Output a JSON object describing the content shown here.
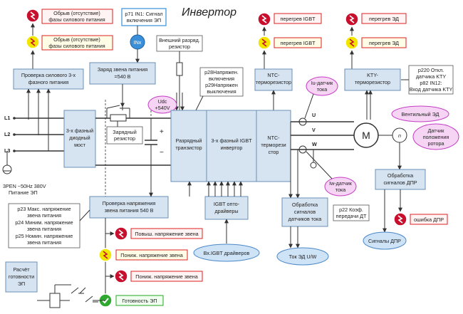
{
  "title": "Инвертор",
  "alerts_top": {
    "phase_loss_red": [
      "Обрыв (отсутствие)",
      "фазы силового питания"
    ],
    "phase_loss_yellow": [
      "Обрыв (отсутствие)",
      "фазы силового питания"
    ],
    "igbt_overheat_red": "перегрев IGBT",
    "igbt_overheat_yellow": "перегрев IGBT",
    "motor_overheat_red": "перегрев ЭД",
    "motor_overheat_yellow": "перегрев ЭД"
  },
  "notes": {
    "p71": [
      "p71 IN1: Сигнал",
      "включения ЭП"
    ],
    "inx": "INx",
    "ext_resistor": [
      "Внешний разряд.",
      "резистор"
    ],
    "p28": [
      "p28Напряжен.",
      "включения",
      "p29Напряжен",
      "выключения"
    ],
    "p220": [
      "p220 Откл.",
      "датчика KTY",
      "p82 IN12:",
      "Вход датчика KTY"
    ],
    "p23": [
      "p23 Макс. напряжение",
      "звена питания",
      "p24 Миним. напряжение",
      "звена питания",
      "p25 Номин. напряжение",
      "звена питания"
    ],
    "p22": [
      "p22 Коэф.",
      "передачи ДТ"
    ]
  },
  "blocks": {
    "check_3phase": [
      "Проверка силового 3-х",
      "фазного питания"
    ],
    "charge": [
      "Заряд звена питания",
      "=540 В"
    ],
    "ntc_top": [
      "NTC-",
      "терморезистор"
    ],
    "kty": [
      "KTY-",
      "терморезистор"
    ],
    "diode_bridge": [
      "3-х фазный",
      "диодный",
      "мост"
    ],
    "discharge_transistor": [
      "Разрядный",
      "транзистор"
    ],
    "igbt_inverter": [
      "3-х фазный IGBT",
      "инвертор"
    ],
    "ntc_resistor": [
      "NTC-",
      "терморези",
      "стор"
    ],
    "charge_resistor": [
      "Зарядный",
      "резистор"
    ],
    "voltage_check": [
      "Проверка напряжения",
      "звена питания 540 В"
    ],
    "igbt_drivers": [
      "IGBT опто-",
      "драйверы"
    ],
    "current_processing": [
      "Обработка",
      "сигналов",
      "датчиков тока"
    ],
    "dpr_processing": [
      "Обработка",
      "сигналов ДПР"
    ],
    "readiness_calc": [
      "Расчёт",
      "готовности",
      "ЭП"
    ]
  },
  "phases_in": [
    "L1",
    "L2",
    "L3"
  ],
  "phases_out": [
    "U",
    "V",
    "W"
  ],
  "supply": [
    "3PEN ~50Hz 380V",
    "Питание ЭП"
  ],
  "labels": {
    "udc": [
      "Udc",
      "+540V"
    ],
    "iu_sensor": [
      "Iu-датчик",
      "тока"
    ],
    "iw_sensor": [
      "Iw-датчик",
      "тока"
    ],
    "valve_motor": "Вентильный ЭД",
    "rotor_sensor": [
      "Датчик",
      "положения",
      "ротора"
    ],
    "motor": "M",
    "encoder": "n",
    "plus": "+",
    "minus": "−"
  },
  "outputs": {
    "igbt_drivers_in": "Вх.IGBT драйверов",
    "motor_current": "Ток ЭД U/W",
    "dpr_signals": "Сигналы ДПР"
  },
  "alerts_bottom": {
    "overvoltage": "Повыш. напряжение звена",
    "undervoltage_yellow": "Пониж. напряжение звена",
    "undervoltage_red": "Пониж. напряжение звена",
    "ready": "Готовность ЭП",
    "dpr_error": "ошибка ДПР"
  },
  "colors": {
    "block_fill": "#d6e4f2",
    "alarm_red": "#c8102e",
    "warning_yellow": "#f2e600",
    "ready_green": "#2fa82f",
    "pink_label": "#f6d5f4",
    "blue_output": "#cfe3f7"
  }
}
